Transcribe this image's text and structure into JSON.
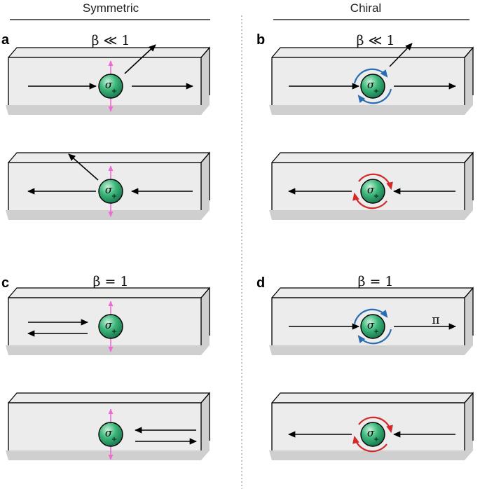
{
  "headers": {
    "left": "Symmetric",
    "right": "Chiral"
  },
  "panels": {
    "a": {
      "label": "a",
      "condition": "β ≪ 1"
    },
    "b": {
      "label": "b",
      "condition": "β ≪ 1"
    },
    "c": {
      "label": "c",
      "condition": "β = 1"
    },
    "d": {
      "label": "d",
      "condition": "β = 1"
    }
  },
  "emitter": {
    "symbol": "σ",
    "subscript": "+"
  },
  "phase_label": "π",
  "colors": {
    "sphere": "#2fa56e",
    "waveguide_top": "#ececec",
    "waveguide_side": "#cfcfcf",
    "dipole_arrow": "#f06ad6",
    "circulation_forward": "#2b6db3",
    "circulation_backward": "#d22a2a",
    "photon_arrow": "#000000"
  }
}
